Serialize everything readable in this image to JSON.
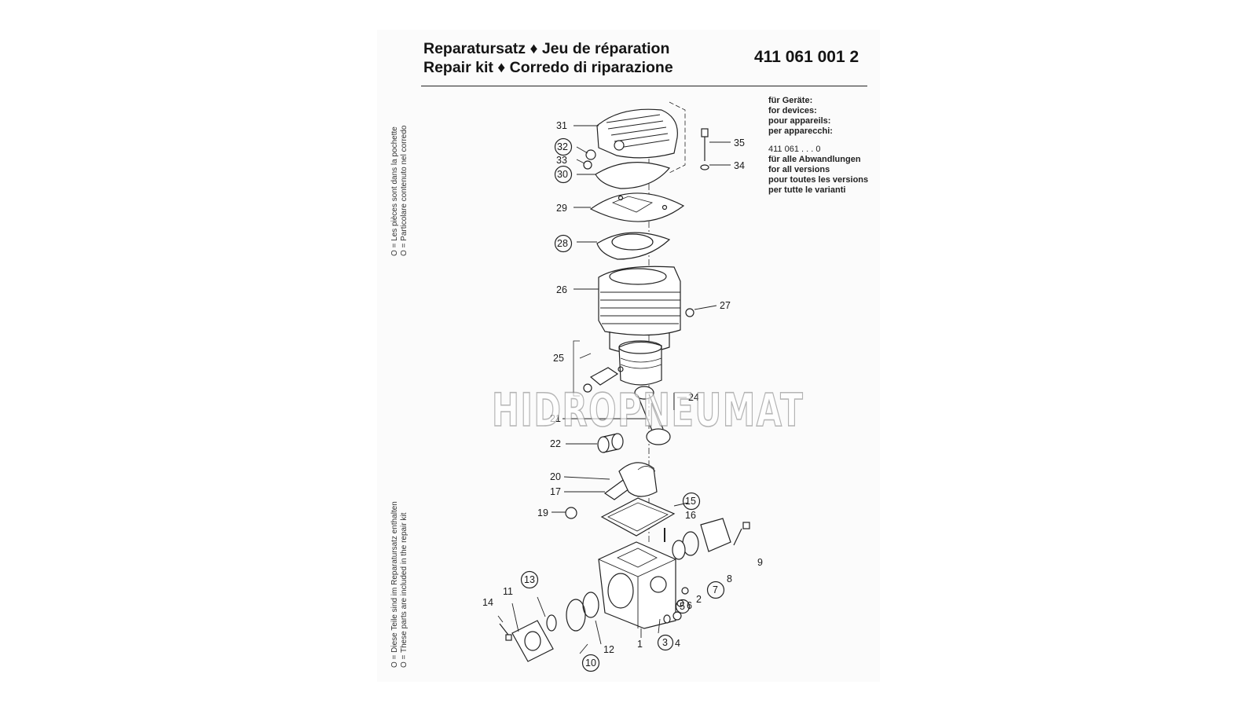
{
  "header": {
    "line1": "Reparatursatz ♦ Jeu de réparation",
    "line2": "Repair kit ♦ Corredo di riparazione",
    "part_number": "411 061 001 2"
  },
  "devices": {
    "label_de": "für Geräte:",
    "label_en": "for devices:",
    "label_fr": "pour appareils:",
    "label_it": "per apparecchi:",
    "code": "411 061 . . . 0",
    "all_de": "für alle Abwandlungen",
    "all_en": "for all versions",
    "all_fr": "pour toutes les versions",
    "all_it": "per tutte le varianti"
  },
  "legend_top": {
    "fr": "O = Les pièces sont dans la pochette",
    "it": "O = Particolare contenuto nel corredo"
  },
  "legend_bottom": {
    "de": "O = Diese Teile sind im Reparatursatz enthalten",
    "en": "O = These parts are included in the repair kit"
  },
  "watermark": "HIDROPNEUMAT",
  "callouts": [
    "31",
    "32",
    "33",
    "30",
    "35",
    "34",
    "29",
    "28",
    "26",
    "27",
    "25",
    "24",
    "21",
    "22",
    "20",
    "17",
    "15",
    "16",
    "19",
    "9",
    "8",
    "7",
    "2",
    "6",
    "5",
    "4",
    "3",
    "1",
    "12",
    "10",
    "13",
    "11",
    "14"
  ],
  "kit_parts": [
    "32",
    "30",
    "28",
    "15",
    "13",
    "10",
    "7",
    "5",
    "3"
  ],
  "colors": {
    "ink": "#1a1a1a",
    "paper": "#fbfbfb"
  }
}
